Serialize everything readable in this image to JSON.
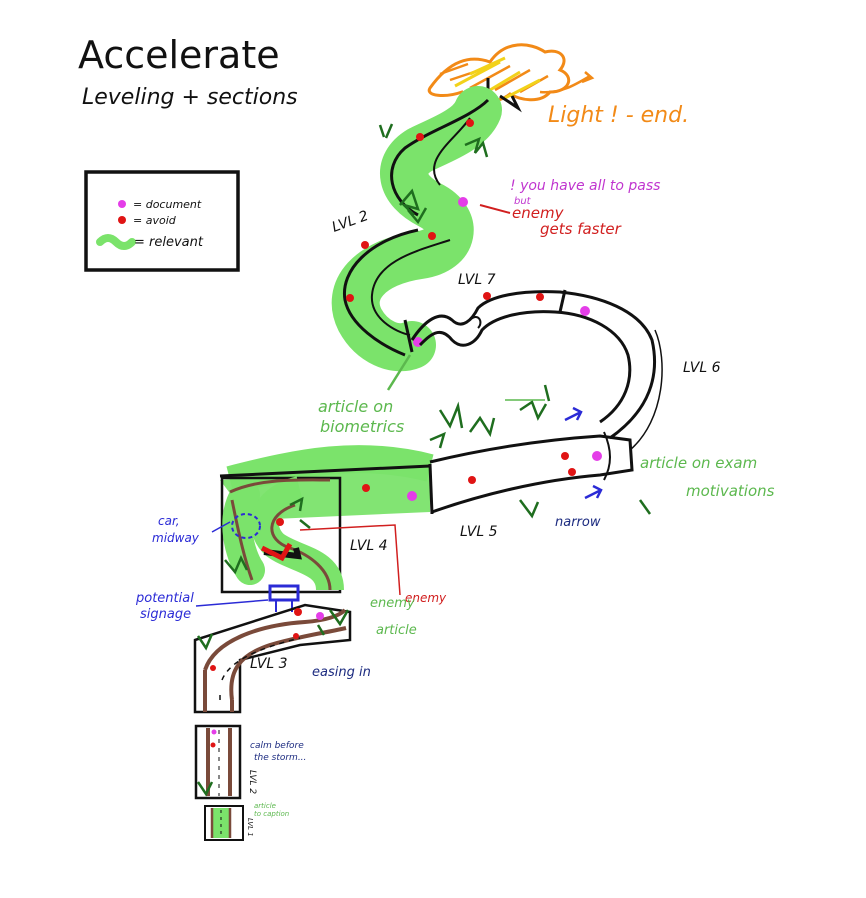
{
  "title": "Accelerate",
  "subtitle": "Leveling + sections",
  "colors": {
    "ink": "#111111",
    "relevant": "#7be36b",
    "relevant_dark": "#4fb544",
    "document": "#e43de8",
    "avoid": "#e01414",
    "plant": "#1f6e1f",
    "light_orange": "#f28a17",
    "light_yellow": "#f2d21a",
    "purple_note": "#c035cf",
    "red_note": "#d11f1f",
    "green_note": "#5cb84e",
    "blue_note": "#2b2bd6",
    "navy_note": "#1c2b80",
    "road_brown": "#7a4a3a"
  },
  "legend": {
    "document": "= document",
    "avoid": "= avoid",
    "relevant": "= relevant"
  },
  "levels": {
    "lvl1": "LVL 1",
    "lvl2_small": "LVL 2",
    "lvl3": "LVL 3",
    "lvl4": "LVL 4",
    "lvl5": "LVL 5",
    "lvl6": "LVL 6",
    "lvl7": "LVL 7",
    "lvl2_top": "LVL 2"
  },
  "annotations": {
    "light_end": "Light ! - end.",
    "all_to_pass_1": "! you have all to pass",
    "all_to_pass_2": "but",
    "enemy_faster_1": "enemy",
    "enemy_faster_2": "gets faster",
    "article_biometrics_1": "article on",
    "article_biometrics_2": "biometrics",
    "article_exam_1": "article on exam",
    "article_exam_2": "motivations",
    "narrow": "narrow",
    "car_midway_1": "car,",
    "car_midway_2": "midway",
    "potential_signage_1": "potential",
    "potential_signage_2": "signage",
    "enemy": "enemy",
    "enemy_article_1": "enemy",
    "enemy_article_2": "article",
    "easing_in": "easing in",
    "calm_1": "calm before",
    "calm_2": "the storm...",
    "article_caption_1": "article",
    "article_caption_2": "to caption"
  }
}
